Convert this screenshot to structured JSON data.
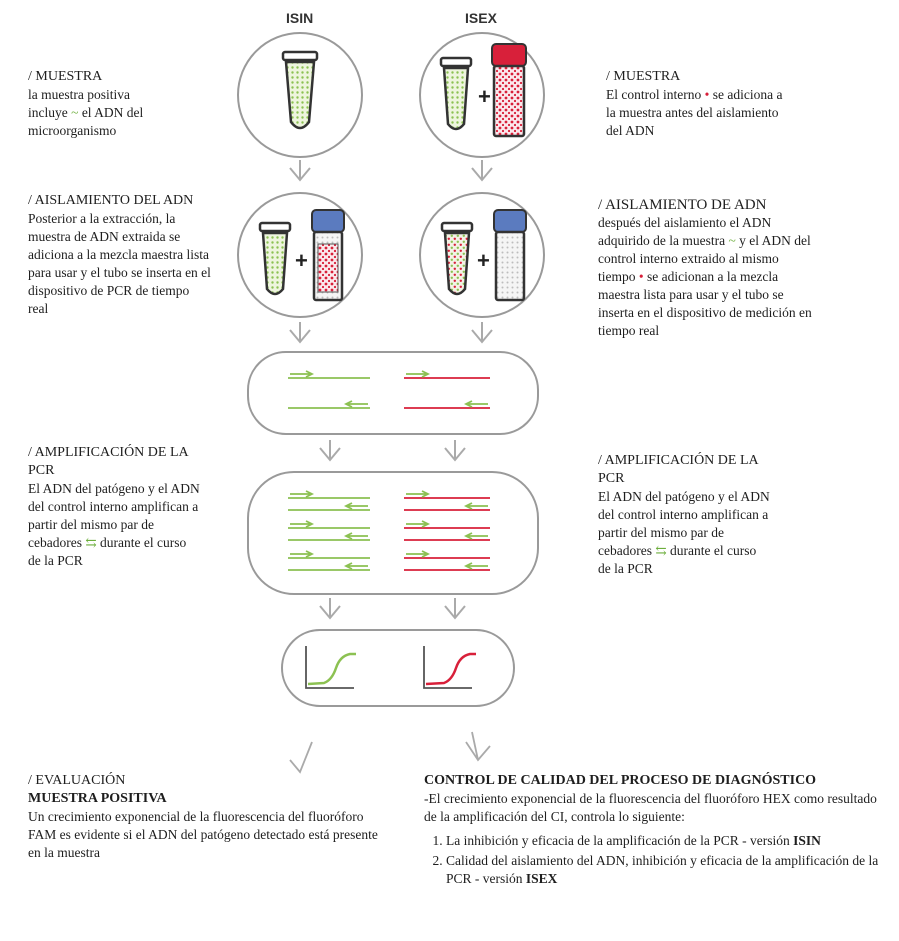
{
  "columns": {
    "left": "ISIN",
    "right": "ISEX"
  },
  "left_sample": {
    "title": "/ MUESTRA",
    "line1": "la muestra positiva",
    "line2_pre": "incluye",
    "line2_symbol": "~",
    "line2_post": "el ADN del microorganismo"
  },
  "right_sample": {
    "title": "/ MUESTRA",
    "pre": "El control interno",
    "symbol": "•",
    "post": "se adiciona a la muestra antes del aislamiento del ADN"
  },
  "left_isolation": {
    "title": "/ AISLAMIENTO DEL ADN",
    "body": "Posterior a la extracción, la muestra de ADN extraida se adiciona a la mezcla maestra lista para usar y el tubo se inserta en el dispositivo de PCR de tiempo real"
  },
  "right_isolation": {
    "title": "/ AISLAMIENTO DE ADN",
    "part1": "después del aislamiento el ADN adquirido de la muestra",
    "symbol1": "~",
    "part2": "y el ADN del control interno extraido al mismo tiempo",
    "symbol2": "•",
    "part3": "se adicionan a la mezcla maestra lista para usar y el tubo se inserta en el dispositivo de medición en tiempo real"
  },
  "left_amplification": {
    "title": "/ AMPLIFICACIÓN DE LA PCR",
    "body_pre": "El ADN del patógeno y el ADN del control interno amplifican a partir del mismo par de cebadores",
    "symbol": "⇆",
    "body_post": "durante el curso de la PCR"
  },
  "right_amplification": {
    "title": "/ AMPLIFICACIÓN DE LA PCR",
    "body_pre": "El ADN del patógeno y el ADN del control interno amplifican a partir del mismo par de cebadores",
    "symbol": "⇆",
    "body_post": "durante el curso de la PCR"
  },
  "evaluation": {
    "title": "/ EVALUACIÓN",
    "subtitle": "MUESTRA POSITIVA",
    "body": "Un crecimiento exponencial de la fluorescencia del fluoróforo FAM es evidente si el ADN del patógeno detectado está presente en la muestra"
  },
  "quality_control": {
    "title": "CONTROL DE CALIDAD DEL PROCESO DE DIAGNÓSTICO",
    "intro": "-El crecimiento exponencial de la fluorescencia del fluoróforo HEX como resultado de la amplificación del CI, controla lo siguiente:",
    "item1": "La inhibición y eficacia de la amplificación de la PCR - versión",
    "item1_version": "ISIN",
    "item2": "Calidad del aislamiento del ADN, inhibición y eficacia de la amplificación de la PCR - versión",
    "item2_version": "ISEX"
  },
  "colors": {
    "green": "#8cc152",
    "red": "#d8203a",
    "blue_cap": "#5b7bbf",
    "outline": "#9a9a9a",
    "text": "#1e1e1e"
  },
  "icons": [
    "sample-tube-icon",
    "master-mix-vial-icon",
    "plus-icon",
    "down-arrow-icon",
    "amplification-curve-icon"
  ]
}
